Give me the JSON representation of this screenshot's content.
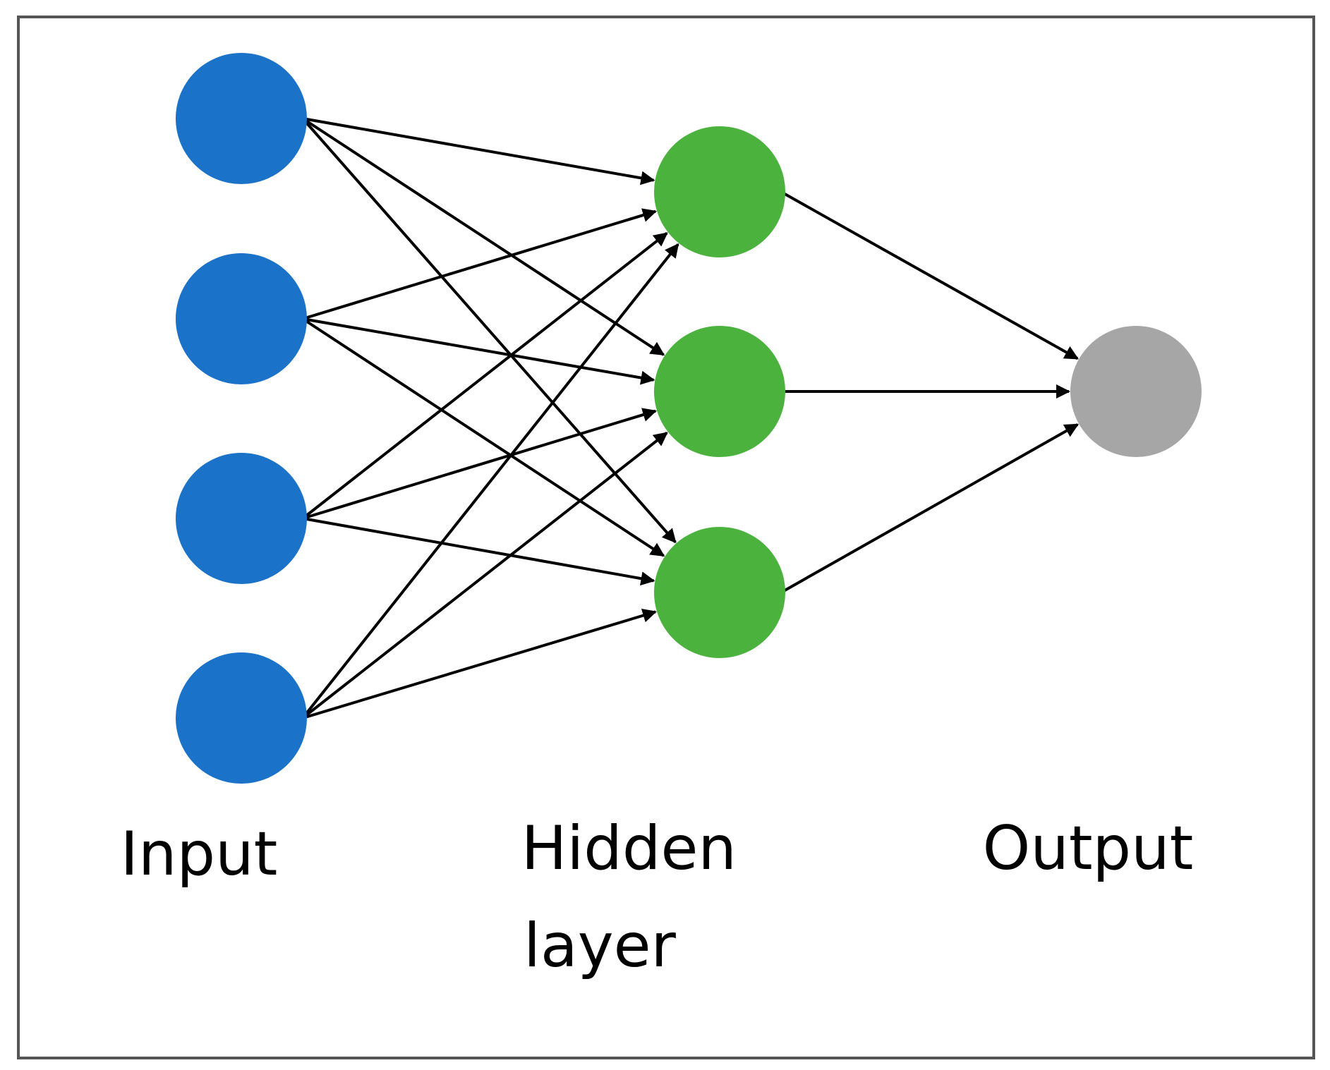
{
  "diagram": {
    "colors": {
      "input": "#1a72c9",
      "hidden": "#4bb23e",
      "output": "#a6a6a6",
      "edge": "#000000",
      "frame": "#555555"
    },
    "layers": [
      {
        "id": "input",
        "label_lines": [
          "Input"
        ],
        "node_count": 4
      },
      {
        "id": "hidden",
        "label_lines": [
          "Hidden",
          "layer"
        ],
        "node_count": 3
      },
      {
        "id": "output",
        "label_lines": [
          "Output"
        ],
        "node_count": 1
      }
    ],
    "connections": "fully-connected",
    "arrowheads": true
  }
}
